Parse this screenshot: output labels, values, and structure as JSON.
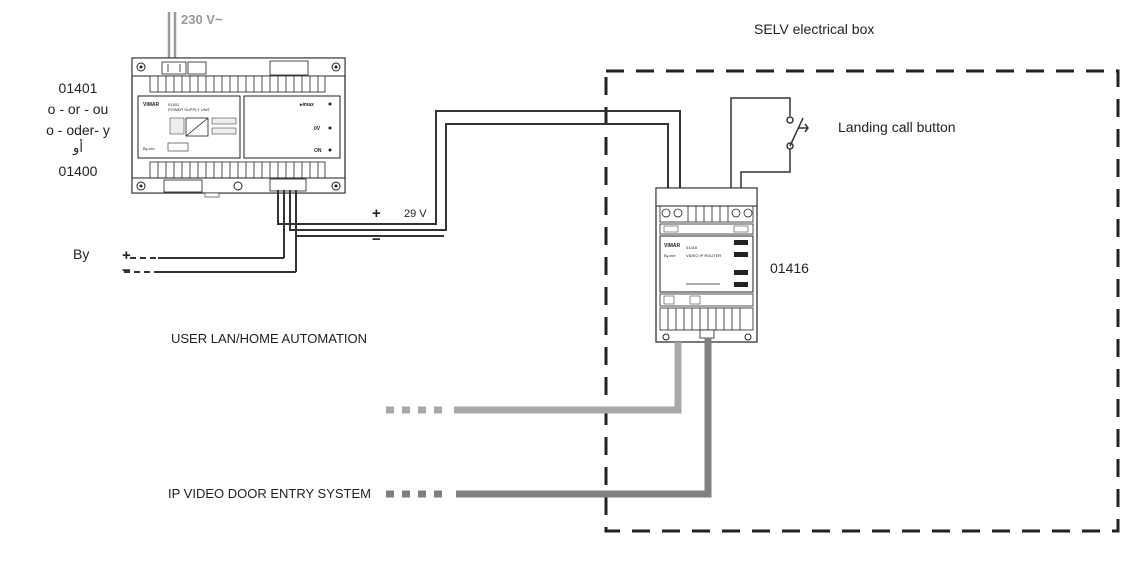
{
  "labels": {
    "mains_voltage": "230 V~",
    "psu_code_a": "01401",
    "psu_alt_en": "o - or - ou",
    "psu_alt_de": "o - oder- y",
    "psu_alt_ar": "أو",
    "psu_code_b": "01400",
    "selv_box": "SELV electrical box",
    "landing_call": "Landing call button",
    "router_code": "01416",
    "by": "By",
    "plus": "+",
    "minus": "−",
    "voltage_29": "29 V",
    "user_lan": "USER LAN/HOME AUTOMATION",
    "ip_video": "IP VIDEO DOOR ENTRY SYSTEM",
    "by_plus": "+",
    "by_minus": "−"
  },
  "psu": {
    "brand": "VIMAR",
    "model": "01401",
    "name": "POWER SUPPLY UNIT",
    "line": "By-me",
    "out_brand": "▸imax",
    "state_0v": "0V",
    "state_on": "ON"
  },
  "router": {
    "brand": "VIMAR",
    "line": "By-me",
    "model": "01416",
    "name": "VIDEO IP ROUTER"
  },
  "colors": {
    "wire": "#333333",
    "lan_wire": "#a8a8a8",
    "ip_wire": "#808080",
    "device_stroke": "#222222",
    "mains_wire": "#9a9a9a"
  }
}
